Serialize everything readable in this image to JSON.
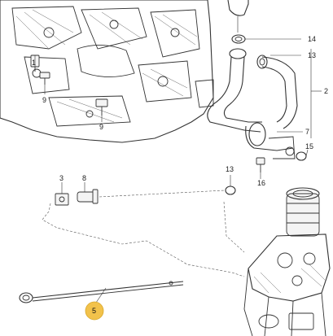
{
  "callouts": {
    "c14": "14",
    "c13_top": "13",
    "c2": "2",
    "c7": "7",
    "c15": "15",
    "c1": "1",
    "c9_left": "9",
    "c9_mid": "9",
    "c13_mid": "13",
    "c16": "16",
    "c3": "3",
    "c8": "8",
    "c5": "5"
  },
  "colors": {
    "highlight": "#f2c24b",
    "line": "#333333"
  }
}
